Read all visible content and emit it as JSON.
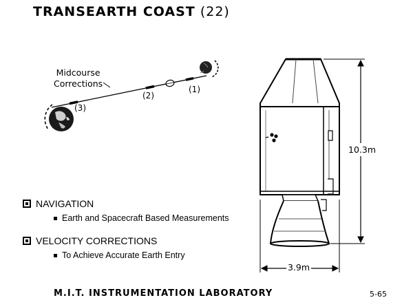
{
  "title": {
    "main": "TRANSEARTH COAST",
    "number": "(22)"
  },
  "trajectory": {
    "callout_line1": "Midcourse",
    "callout_line2": "Corrections",
    "markers": [
      "(1)",
      "(2)",
      "(3)"
    ]
  },
  "spacecraft": {
    "height_label": "10.3m",
    "diameter_label": "3.9m"
  },
  "sections": [
    {
      "heading": "NAVIGATION",
      "bullet": "Earth and Spacecraft Based Measurements"
    },
    {
      "heading": "VELOCITY CORRECTIONS",
      "bullet": "To Achieve Accurate Earth Entry"
    }
  ],
  "footer": {
    "organization": "M.I.T. INSTRUMENTATION LABORATORY",
    "page": "5-65"
  }
}
